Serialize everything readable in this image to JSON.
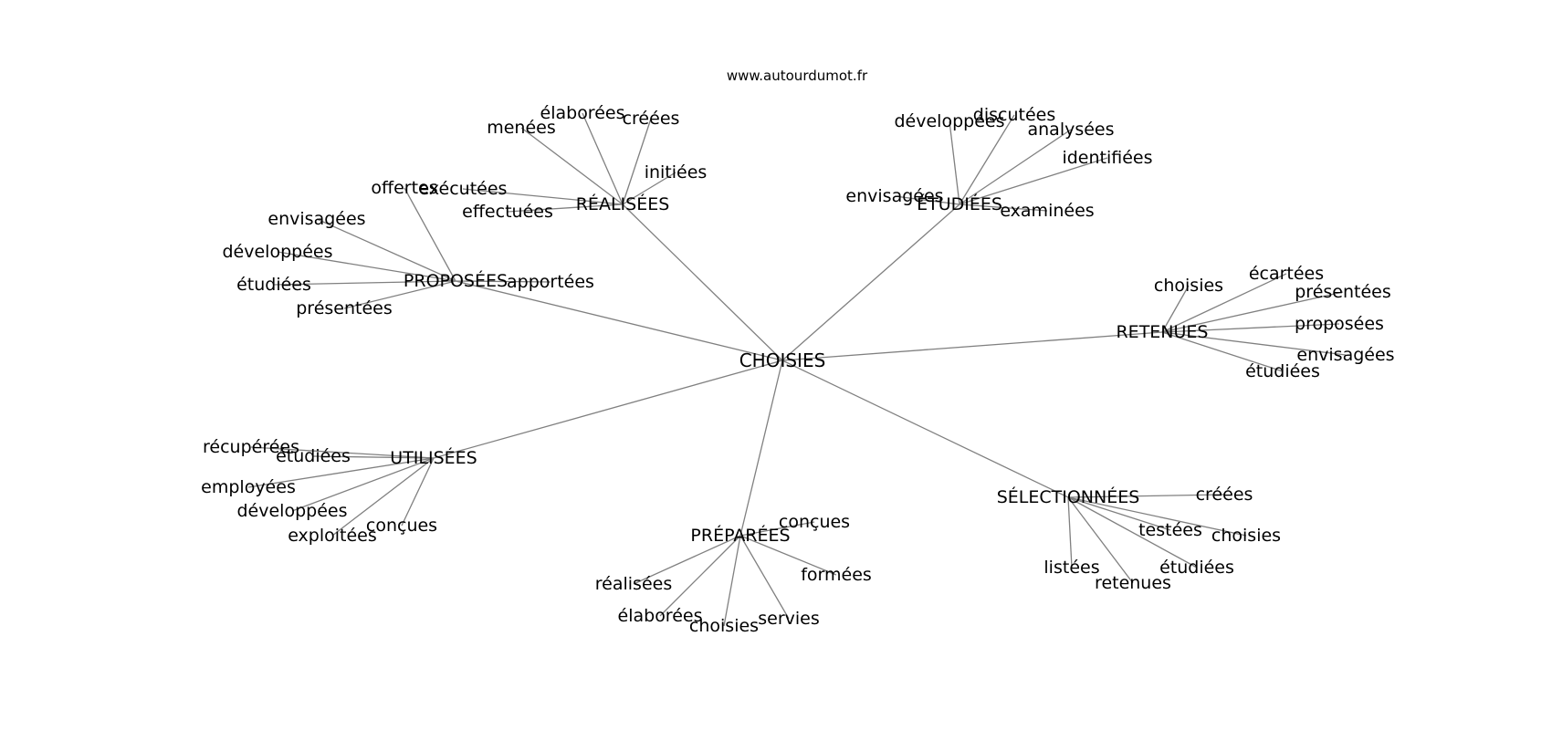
{
  "source": "www.autourdumot.fr",
  "center": "CHOISIES",
  "hubs": [
    {
      "label": "RÉALISÉES",
      "leaves": [
        "menées",
        "élaborées",
        "créées",
        "initiées",
        "exécutées",
        "effectuées"
      ]
    },
    {
      "label": "ÉTUDIÉES",
      "leaves": [
        "développées",
        "discutées",
        "analysées",
        "identifiées",
        "envisagées",
        "examinées"
      ]
    },
    {
      "label": "PROPOSÉES",
      "leaves": [
        "offertes",
        "envisagées",
        "développées",
        "étudiées",
        "présentées",
        "apportées"
      ]
    },
    {
      "label": "RETENUES",
      "leaves": [
        "choisies",
        "écartées",
        "présentées",
        "proposées",
        "envisagées",
        "étudiées"
      ]
    },
    {
      "label": "UTILISÉES",
      "leaves": [
        "récupérées",
        "étudiées",
        "employées",
        "développées",
        "exploitées",
        "conçues"
      ]
    },
    {
      "label": "PRÉPARÉES",
      "leaves": [
        "conçues",
        "réalisées",
        "formées",
        "élaborées",
        "choisies",
        "servies"
      ]
    },
    {
      "label": "SÉLECTIONNÉES",
      "leaves": [
        "créées",
        "testées",
        "choisies",
        "listées",
        "étudiées",
        "retenues"
      ]
    }
  ]
}
